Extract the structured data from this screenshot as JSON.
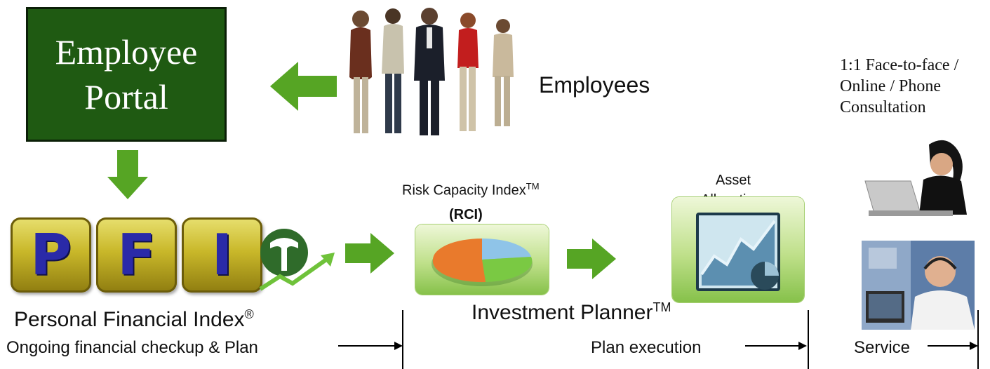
{
  "portal": {
    "line1": "Employee",
    "line2": "Portal"
  },
  "employees_label": "Employees",
  "consultation": {
    "line1": "1:1 Face-to-face /",
    "line2": "Online / Phone",
    "line3": "Consultation"
  },
  "pfi": {
    "letters": [
      "P",
      "F",
      "I"
    ],
    "title": "Personal Financial Index",
    "title_mark": "®",
    "subtitle": "Ongoing financial checkup & Plan"
  },
  "rci": {
    "line1": "Risk Capacity Index",
    "line1_mark": "TM",
    "line2": "(RCI)"
  },
  "asset": {
    "line1": "Asset",
    "line2": "Allocation"
  },
  "planner": {
    "title": "Investment Planner",
    "title_mark": "TM",
    "stage": "Plan execution"
  },
  "service": {
    "label": "Service"
  },
  "colors": {
    "arrow": "#56a524",
    "portal_bg": "#1f5a12",
    "tile_letter": "#2a2aa8"
  }
}
